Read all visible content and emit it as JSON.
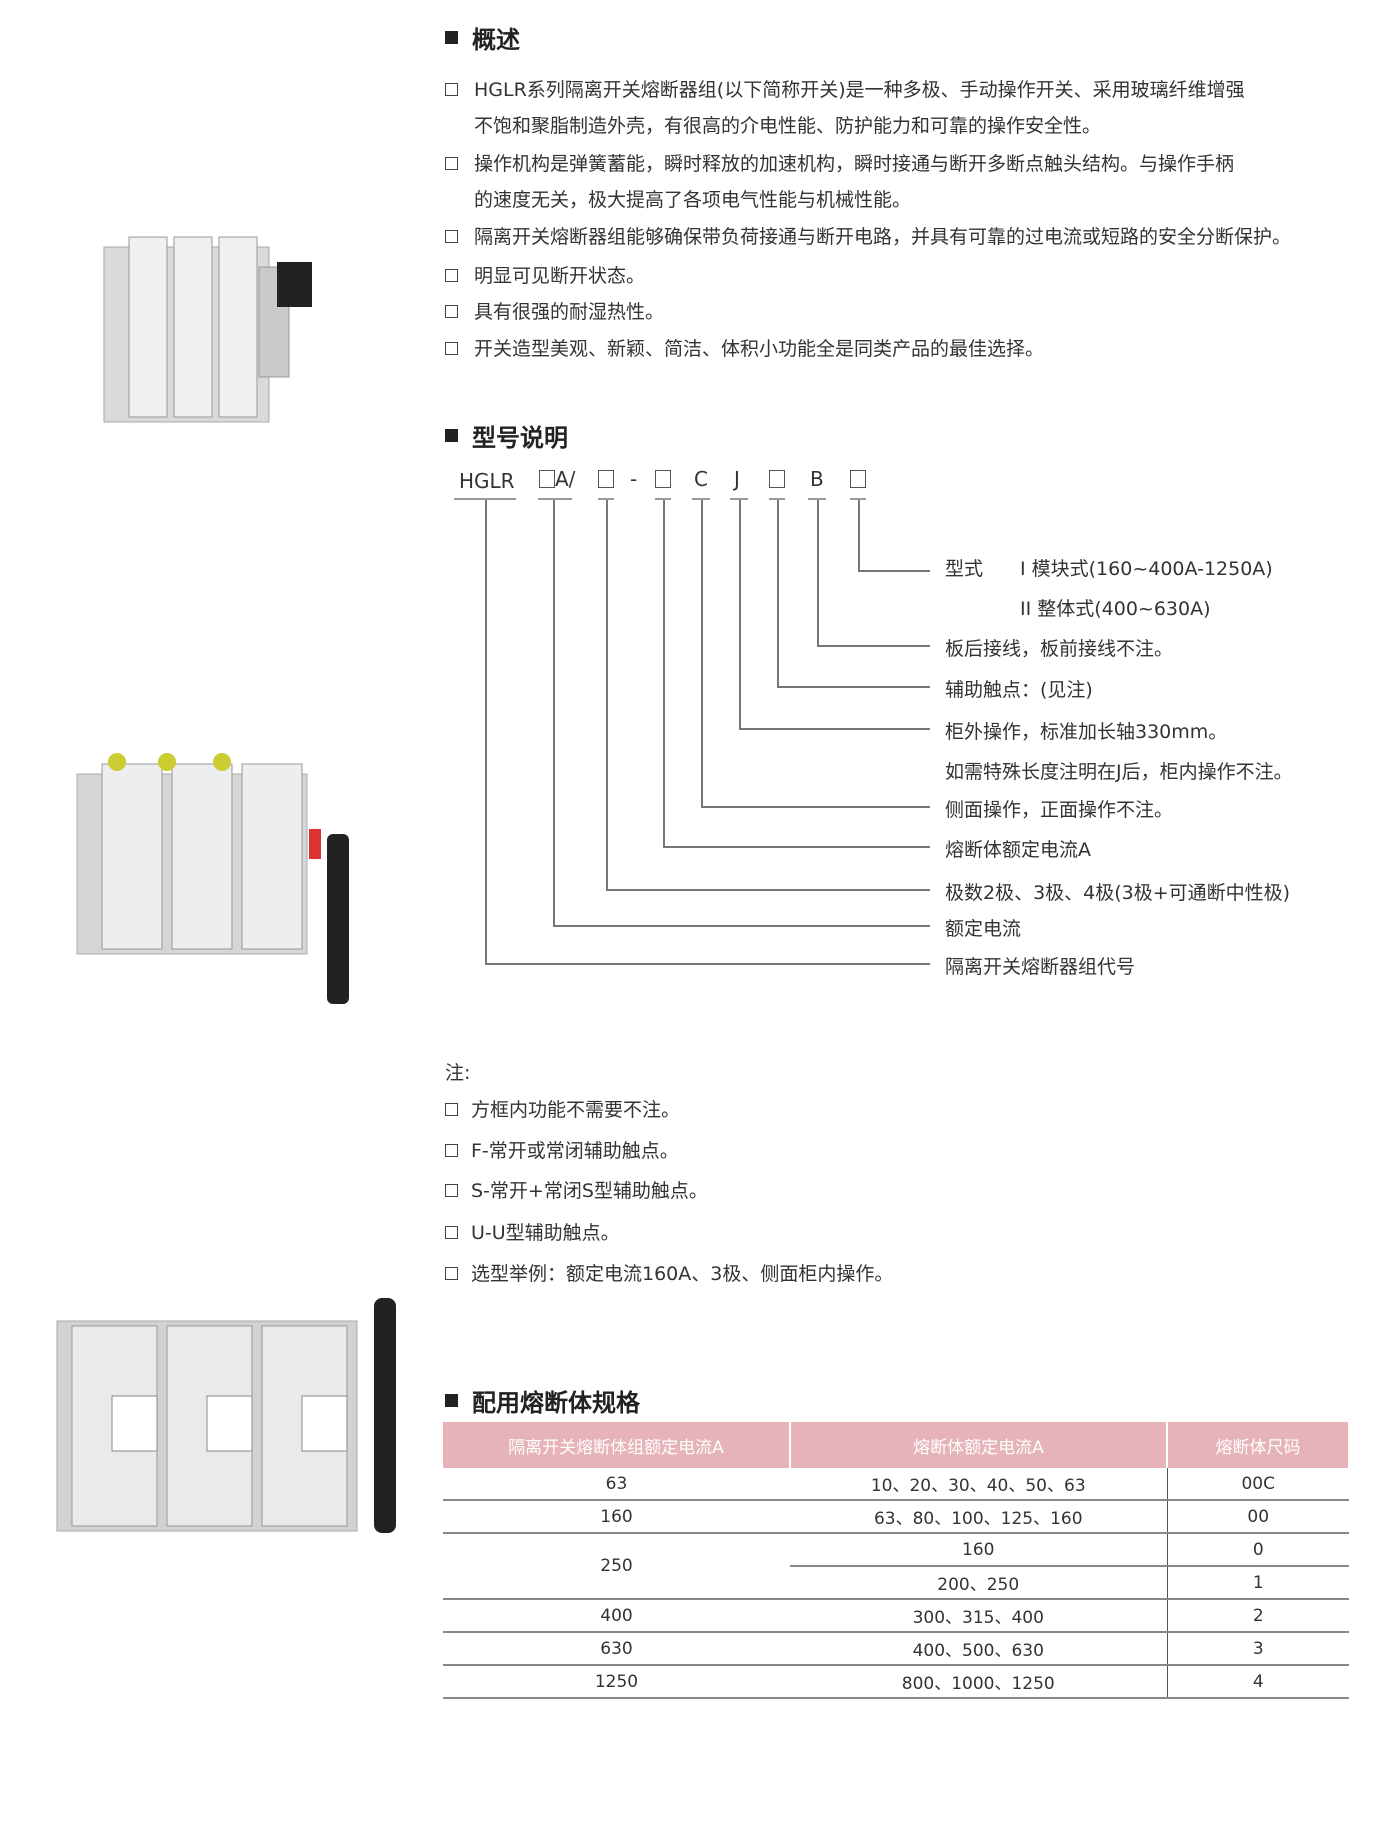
{
  "overview": {
    "title": "概述",
    "items": [
      "HGLR系列隔离开关熔断器组(以下简称开关)是一种多极、手动操作开关、采用玻璃纤维增强",
      "不饱和聚脂制造外壳，有很高的介电性能、防护能力和可靠的操作安全性。",
      "操作机构是弹簧蓄能，瞬时释放的加速机构，瞬时接通与断开多断点触头结构。与操作手柄",
      "的速度无关，极大提高了各项电气性能与机械性能。",
      "隔离开关熔断器组能够确保带负荷接通与断开电路，并具有可靠的过电流或短路的安全分断保护。",
      "明显可见断开状态。",
      "具有很强的耐湿热性。",
      "开关造型美观、新颖、简洁、体积小功能全是同类产品的最佳选择。"
    ]
  },
  "model": {
    "title": "型号说明",
    "code": {
      "prefix": "HGLR",
      "a": "A/",
      "dash": "-",
      "c": "C",
      "j": "J",
      "b": "B"
    },
    "labels": [
      "型式",
      "I 模块式(160~400A-1250A)",
      "II 整体式(400~630A)",
      "板后接线，板前接线不注。",
      "辅助触点：(见注)",
      "柜外操作，标准加长轴330mm。",
      "如需特殊长度注明在J后，柜内操作不注。",
      "侧面操作，正面操作不注。",
      "熔断体额定电流A",
      "极数2极、3极、4极(3极+可通断中性极)",
      "额定电流",
      "隔离开关熔断器组代号"
    ]
  },
  "notes": {
    "title": "注:",
    "items": [
      "方框内功能不需要不注。",
      "F-常开或常闭辅助触点。",
      "S-常开+常闭S型辅助触点。",
      "U-U型辅助触点。",
      "选型举例：额定电流160A、3极、侧面柜内操作。"
    ]
  },
  "fuse_table": {
    "title": "配用熔断体规格",
    "headers": [
      "隔离开关熔断体组额定电流A",
      "熔断体额定电流A",
      "熔断体尺码"
    ],
    "rows": [
      [
        "63",
        "10、20、30、40、50、63",
        "00C"
      ],
      [
        "160",
        "63、80、100、125、160",
        "00"
      ],
      [
        "250",
        "160",
        "0"
      ],
      [
        "",
        "200、250",
        "1"
      ],
      [
        "400",
        "300、315、400",
        "2"
      ],
      [
        "630",
        "400、500、630",
        "3"
      ],
      [
        "1250",
        "800、1000、1250",
        "4"
      ]
    ]
  },
  "colors": {
    "header_bg": "#e5b3b8"
  }
}
